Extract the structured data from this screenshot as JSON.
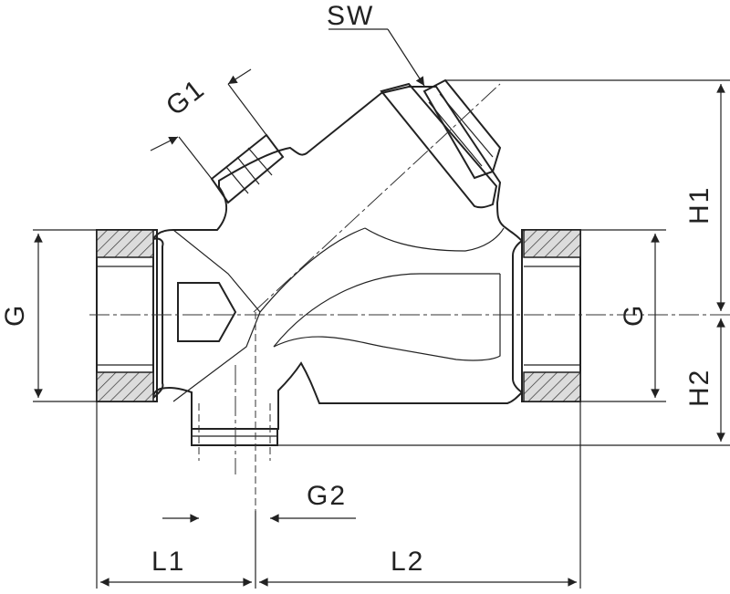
{
  "labels": {
    "sw": "SW",
    "g1": "G1",
    "g_left": "G",
    "g_right": "G",
    "h1": "H1",
    "h2": "H2",
    "g2": "G2",
    "l1": "L1",
    "l2": "L2"
  },
  "colors": {
    "line": "#222222",
    "body_fill": "#e8e8e8",
    "background": "#ffffff"
  }
}
